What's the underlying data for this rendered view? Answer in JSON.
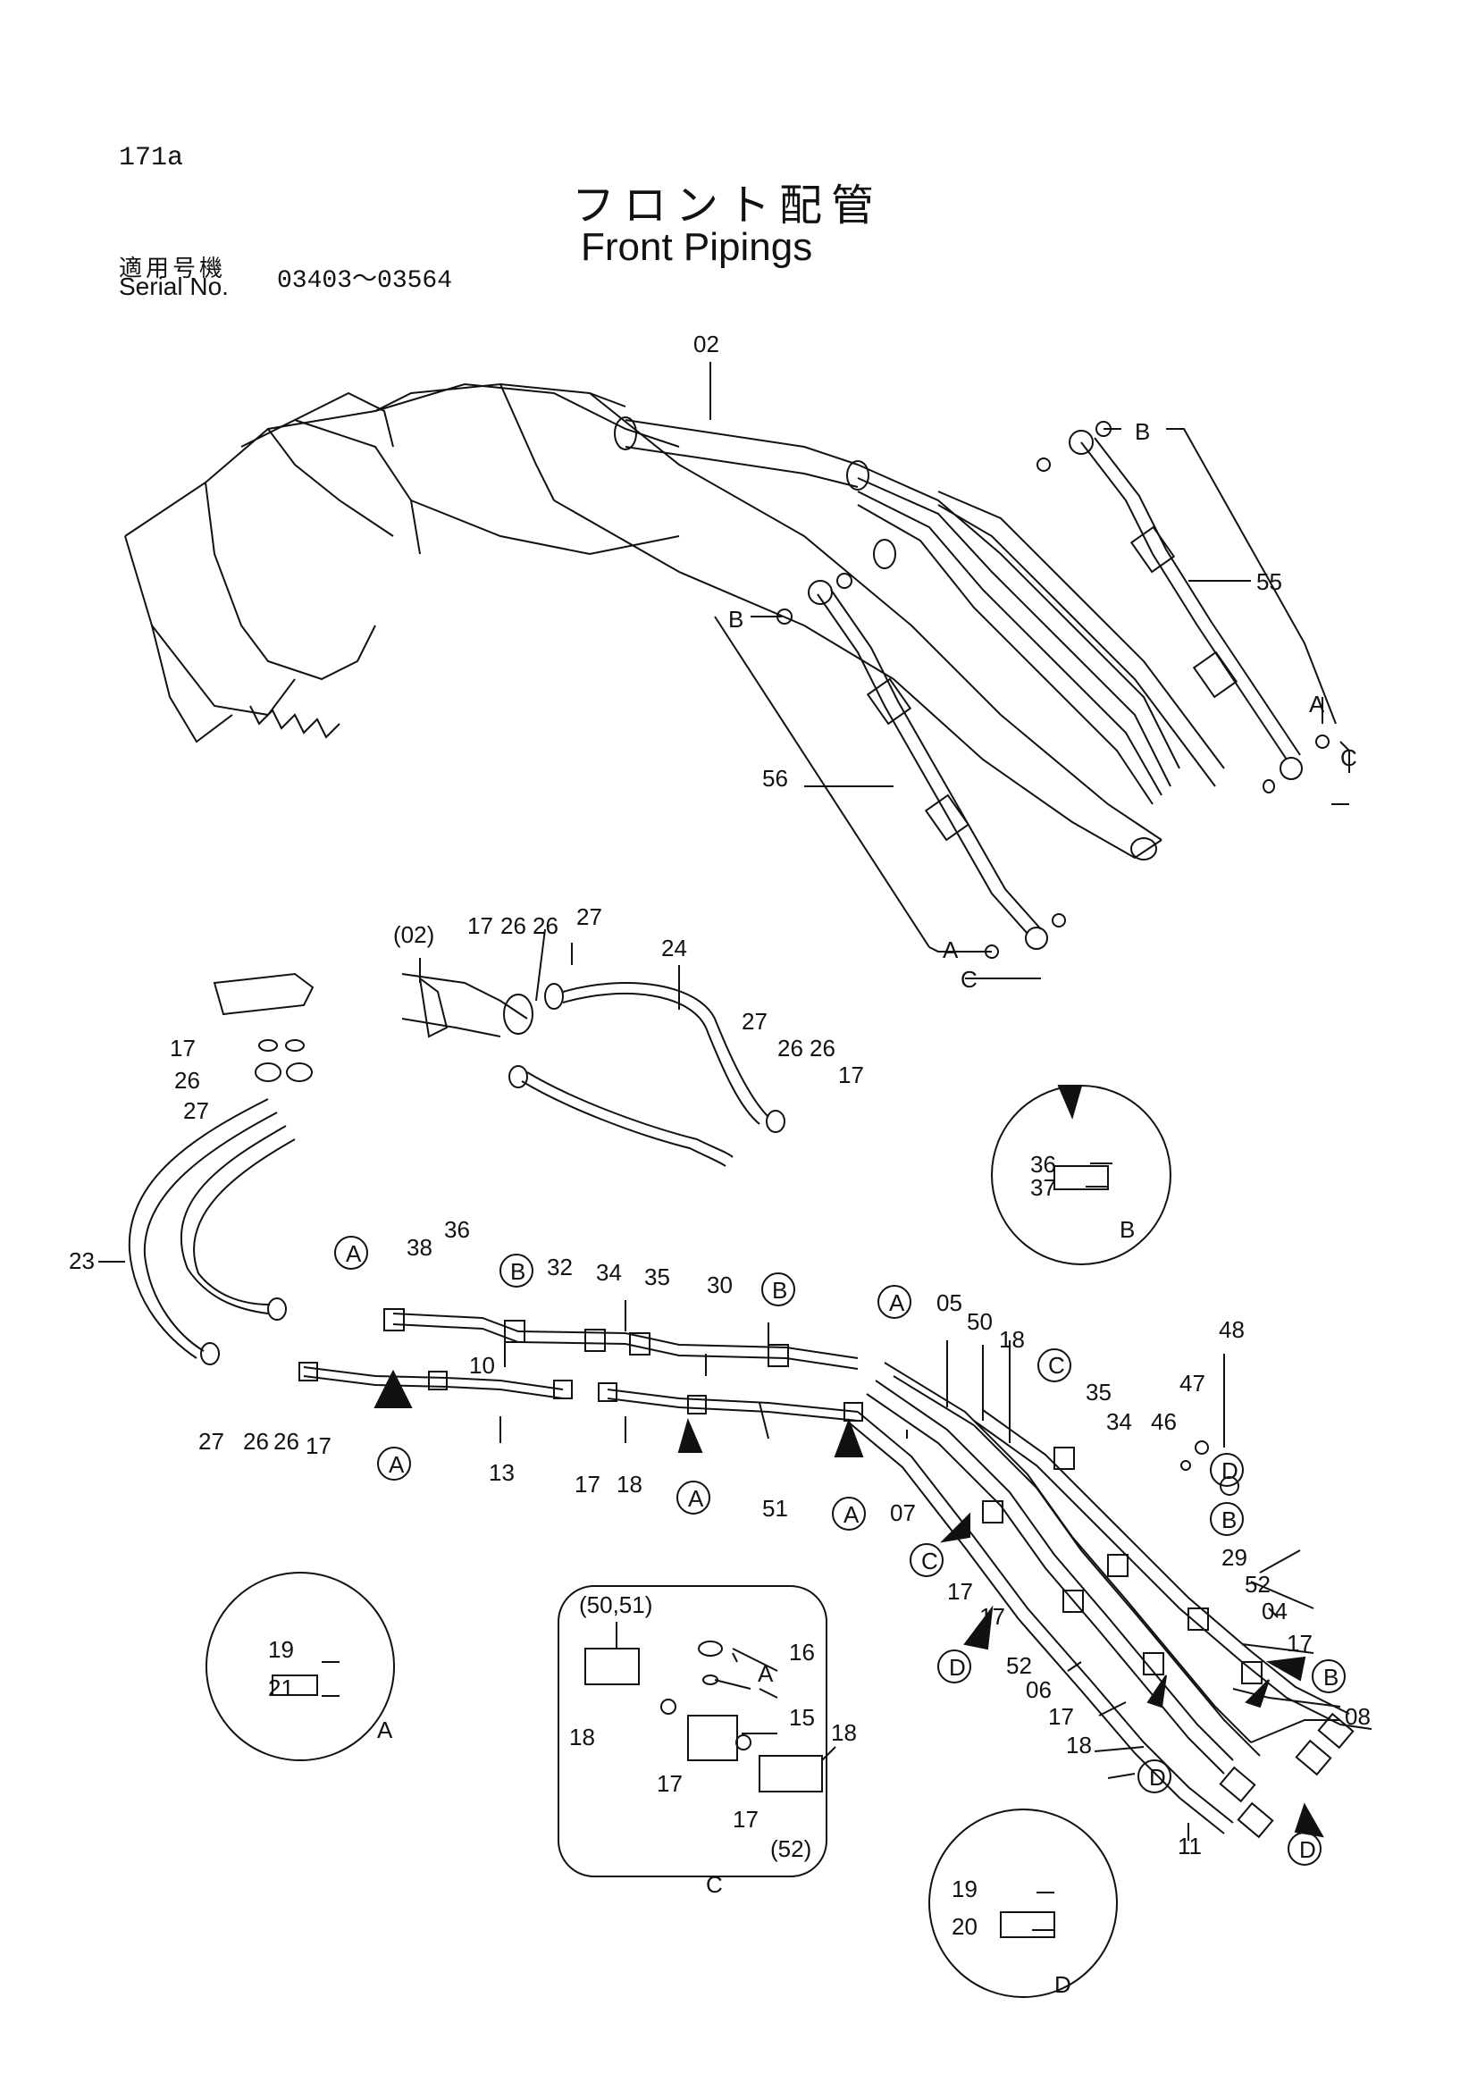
{
  "header": {
    "page_id": "171a",
    "title_jp": "フロント配管",
    "title_en": "Front Pipings",
    "serial_label_jp": "適用号機",
    "serial_label_en": "Serial No.",
    "serial_range": "03403～03564"
  },
  "labels": {
    "p02": "02",
    "p55": "55",
    "p56": "56",
    "p02b": "(02)",
    "p24": "24",
    "p23": "23",
    "p10": "10",
    "p13": "13",
    "p30": "30",
    "p32": "32",
    "p34": "34",
    "p35": "35",
    "p36": "36",
    "p38": "38",
    "p05": "05",
    "p50": "50",
    "p18": "18",
    "p48": "48",
    "p47": "47",
    "p46": "46",
    "p29": "29",
    "p52": "52",
    "p04": "04",
    "p17": "17",
    "p08": "08",
    "p06": "06",
    "p07": "07",
    "p51": "51",
    "p11": "11",
    "p15": "15",
    "p16": "16",
    "p19": "19",
    "p20": "20",
    "p21": "21",
    "p26": "26",
    "p27": "27",
    "p37": "37",
    "p5051": "(50,51)",
    "p52b": "(52)",
    "ref_a": "A",
    "ref_b": "B",
    "ref_c": "C",
    "ref_d": "D"
  }
}
